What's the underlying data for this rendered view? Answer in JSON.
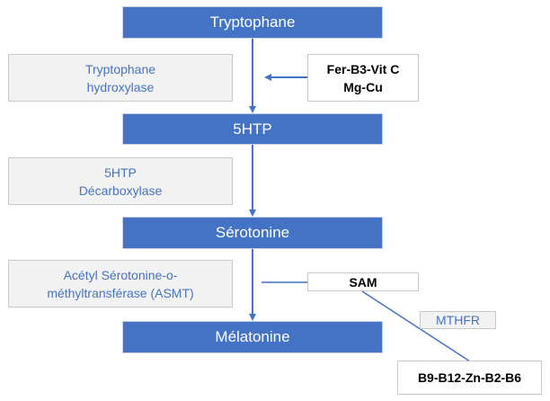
{
  "steps": [
    "Tryptophane",
    "5HTP",
    "Sérotonine",
    "Mélatonine"
  ],
  "enzymes": [
    {
      "line1": "Tryptophane",
      "line2": "hydroxylase"
    },
    {
      "line1": "5HTP",
      "line2": "Décarboxylase"
    },
    {
      "line1": "Acétyl Sérotonine-o-",
      "line2": "méthyltransférase (ASMT)"
    }
  ],
  "cofactors": {
    "first_line1": "Fer-B3-Vit C",
    "first_line2": "Mg-Cu",
    "sam": "SAM",
    "mthfr": "MTHFR",
    "b_vitamins": "B9-B12-Zn-B2-B6"
  },
  "colors": {
    "primary": "#4472c4",
    "enzyme_bg": "#f2f2f2"
  }
}
